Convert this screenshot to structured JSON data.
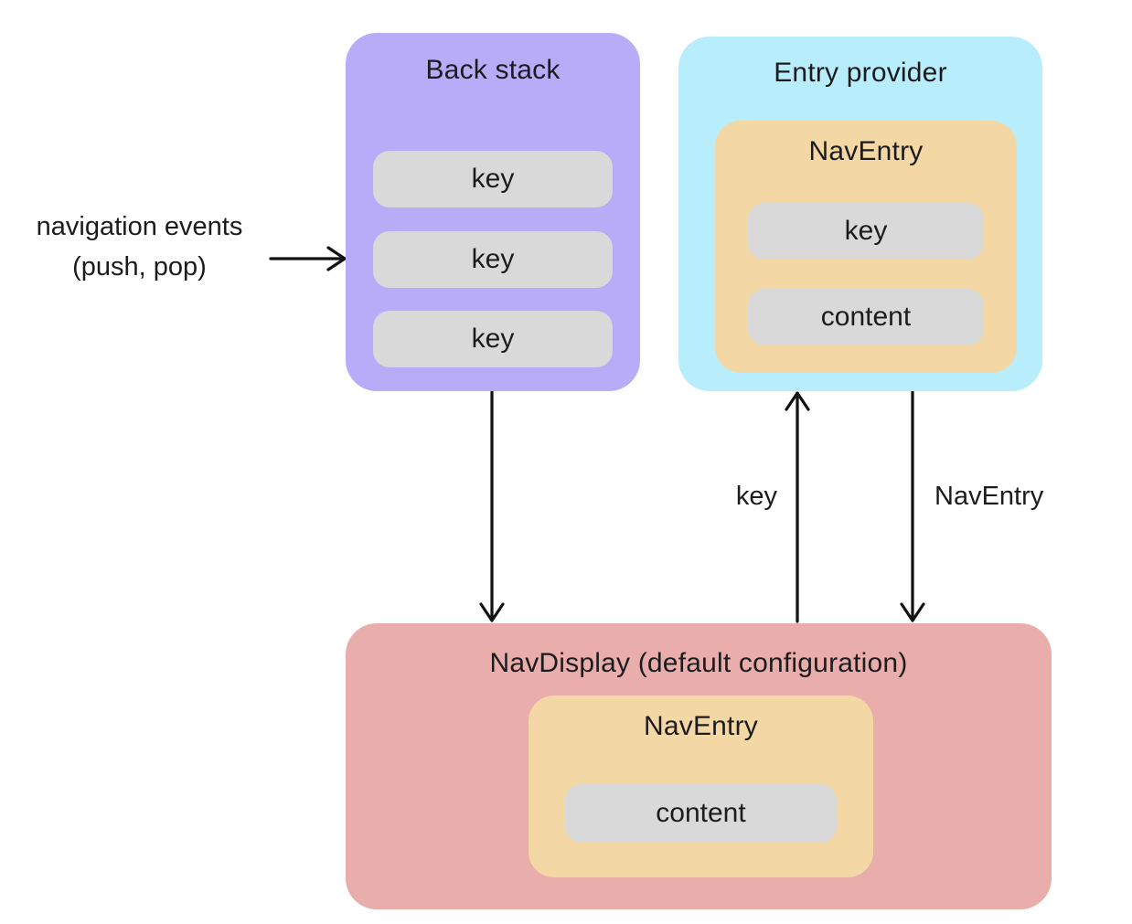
{
  "diagram": {
    "navigation_events_label": {
      "line1": "navigation events",
      "line2": "(push, pop)"
    },
    "back_stack": {
      "title": "Back stack",
      "keys": [
        "key",
        "key",
        "key"
      ]
    },
    "entry_provider": {
      "title": "Entry provider",
      "nav_entry": {
        "title": "NavEntry",
        "key_label": "key",
        "content_label": "content"
      }
    },
    "nav_display": {
      "title": "NavDisplay (default configuration)",
      "nav_entry": {
        "title": "NavEntry",
        "content_label": "content"
      }
    },
    "arrow_labels": {
      "key": "key",
      "nav_entry": "NavEntry"
    },
    "colors": {
      "back_stack": "#b8acf9",
      "entry_provider": "#b8eefb",
      "nav_entry": "#f3d7a4",
      "nav_display": "#e9aeac",
      "pill": "#d9d9d9",
      "arrow": "#111111",
      "text": "#1c1c1e"
    }
  }
}
